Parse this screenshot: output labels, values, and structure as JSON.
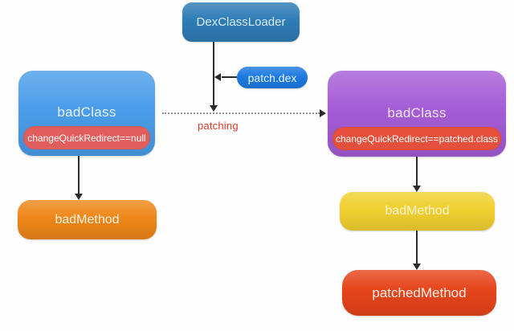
{
  "diagram": {
    "background": "#fefefe",
    "arrow_color": "#2b2b2b",
    "dotted_line_color": "#8f8f8f",
    "nodes": {
      "dex_class_loader": {
        "label": "DexClassLoader",
        "color": "#2e7cb6",
        "text_color": "#d9edfb"
      },
      "patch_dex": {
        "label": "patch.dex",
        "color": "#1c7ae0",
        "text_color": "#eaf4fe"
      },
      "bad_class_original": {
        "label": "badClass",
        "color": "#4a9de9",
        "text_color": "#e9f4fd",
        "badge": {
          "label": "changeQuickRedirect==null",
          "color": "#e25e5d",
          "text_color": "#ffffff"
        }
      },
      "bad_method_original": {
        "label": "badMethod",
        "color": "#ee8619",
        "text_color": "#fdf2e2"
      },
      "bad_class_patched": {
        "label": "badClass",
        "color": "#a55cd6",
        "text_color": "#f4e8fb",
        "badge": {
          "label": "changeQuickRedirect==patched.class",
          "color": "#e5503d",
          "text_color": "#ffffff"
        }
      },
      "bad_method_patched": {
        "label": "badMethod",
        "color": "#f1d02f",
        "text_color": "#fbf3d4"
      },
      "patched_method": {
        "label": "patchedMethod",
        "color": "#e6441a",
        "text_color": "#fcefe9"
      }
    },
    "edge_label": {
      "text": "patching",
      "color": "#d93a2b"
    }
  }
}
